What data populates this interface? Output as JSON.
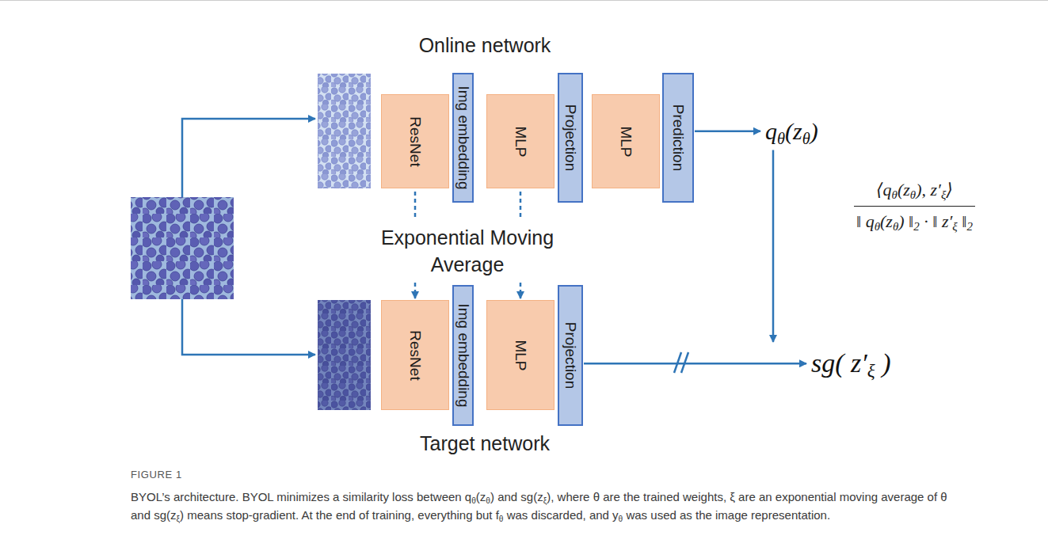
{
  "diagram": {
    "caption": "BYOL’s architecture. BYOL minimizes a similarity loss between qθ(zθ) and sg(zξ), where θ are the trained weights, ξ are an exponential moving average of θ and sg(zξ) means stop-gradient. At the end of training, everything but fθ was discarded, and yθ was used as the image representation.",
    "nodes": [
      {
        "text": [
          "ResNet"
        ]
      },
      {
        "text": [
          "Img embedding"
        ]
      },
      {
        "text": [
          "MLP"
        ]
      },
      {
        "text": [
          "Projection"
        ]
      },
      {
        "text": [
          "MLP"
        ]
      },
      {
        "text": [
          "Prediction"
        ]
      },
      {
        "text": [
          "qθ(zθ)"
        ]
      },
      {
        "text": [
          "ResNet"
        ]
      },
      {
        "text": [
          "Img embedding"
        ]
      },
      {
        "text": [
          "MLP"
        ]
      },
      {
        "text": [
          "Projection"
        ]
      },
      {
        "text": [
          "sg( z′ξ )"
        ]
      }
    ],
    "edges": [
      {
        "from": 5,
        "to": 6,
        "arrow": "to"
      },
      {
        "from": 6,
        "to": 11,
        "arrow": "to"
      },
      {
        "from": 10,
        "to": 11,
        "arrow": "to"
      },
      {
        "from": 0,
        "to": 7,
        "arrow": "to"
      },
      {
        "from": 2,
        "to": 9,
        "arrow": "to"
      }
    ],
    "labels": [
      "Online network",
      "Exponential Moving Average",
      "Target network",
      "⟨qθ(zθ), z′ξ⟩",
      "‖ qθ(zθ) ‖2 · ‖ z′ξ ‖2",
      "FIGURE 1"
    ]
  }
}
